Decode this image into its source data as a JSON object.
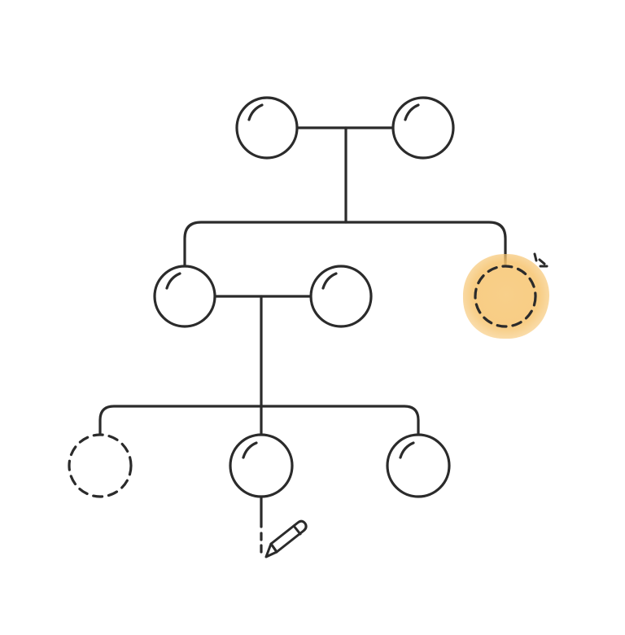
{
  "colors": {
    "stroke": "#2b2b2b",
    "highlight": "#f6c46f",
    "background": "#ffffff"
  },
  "diagram": {
    "type": "family-tree",
    "generations": [
      {
        "level": 1,
        "members": [
          {
            "id": "grandparent-1",
            "style": "solid"
          },
          {
            "id": "grandparent-2",
            "style": "solid"
          }
        ]
      },
      {
        "level": 2,
        "members": [
          {
            "id": "parent-1",
            "style": "solid"
          },
          {
            "id": "parent-2",
            "style": "solid"
          },
          {
            "id": "uncle-aunt",
            "style": "dashed",
            "highlighted": true
          }
        ]
      },
      {
        "level": 3,
        "members": [
          {
            "id": "child-1",
            "style": "dashed"
          },
          {
            "id": "child-2",
            "style": "solid",
            "editing": true
          },
          {
            "id": "child-3",
            "style": "solid"
          }
        ]
      }
    ],
    "icons": {
      "edit": "pencil-icon",
      "sparkle": "sparkle-icon"
    }
  }
}
